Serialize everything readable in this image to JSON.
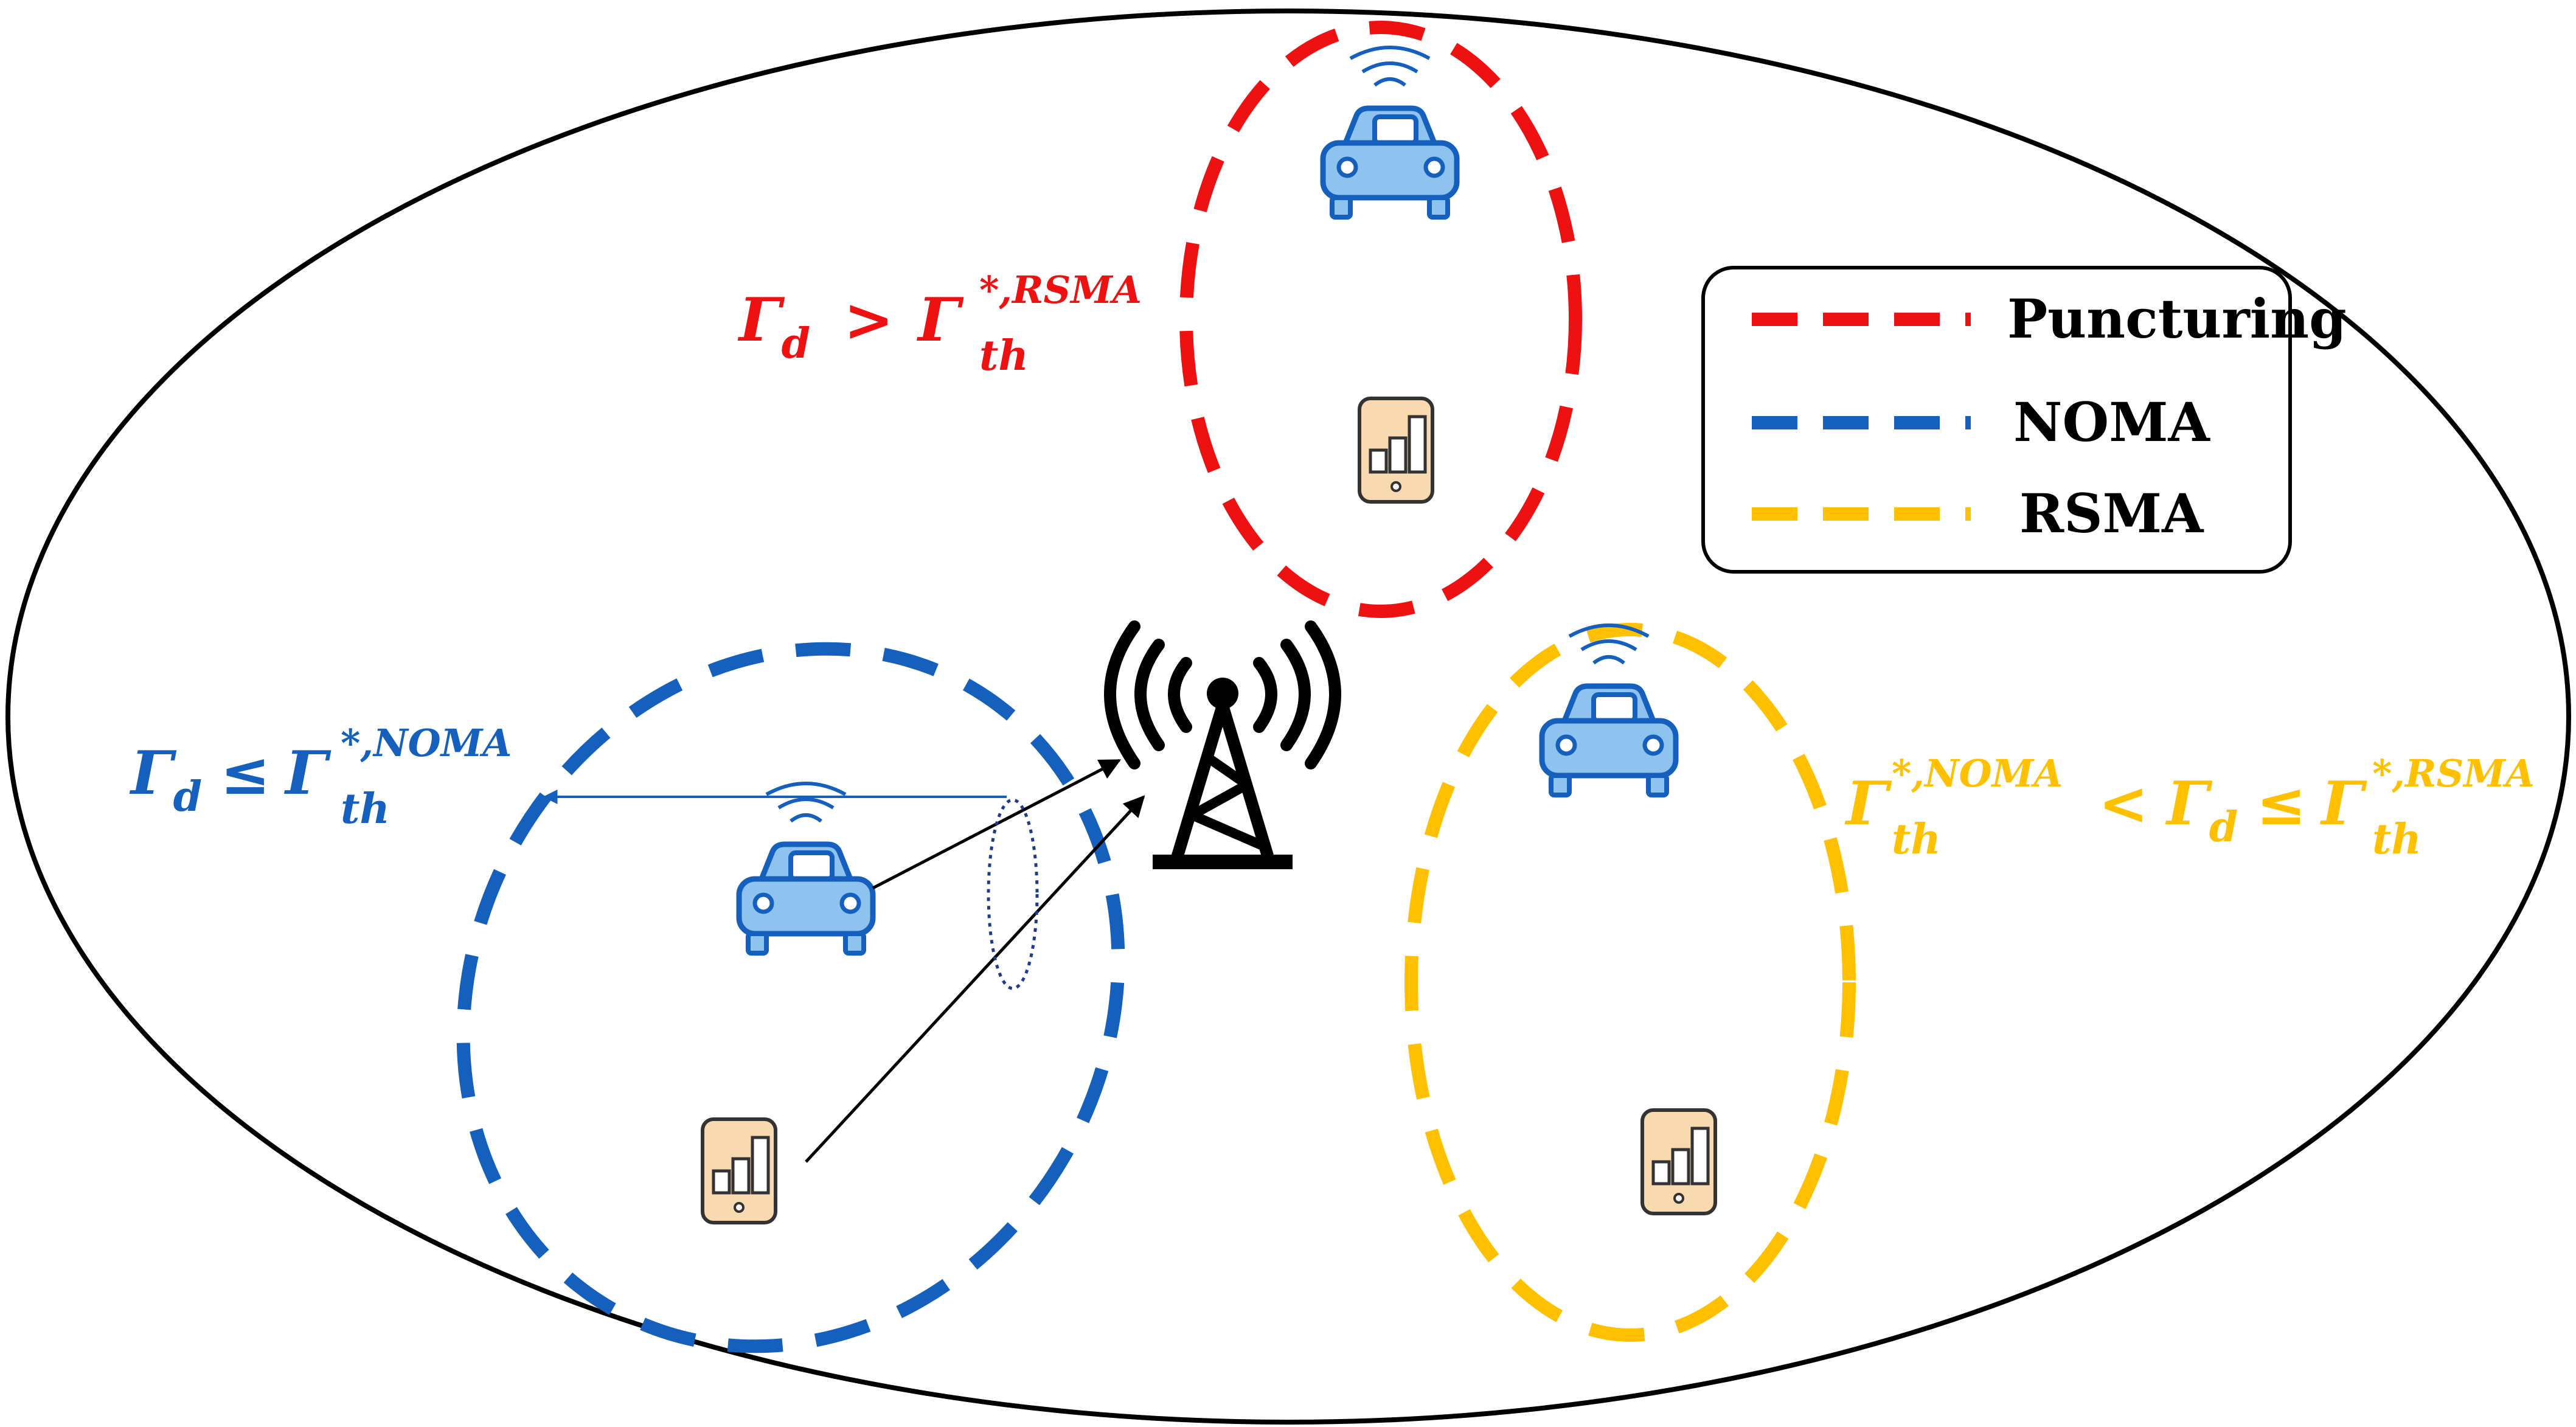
{
  "colors": {
    "puncturing": "#ee1111",
    "noma": "#1560bd",
    "rsma": "#ffc000",
    "outline": "#000000",
    "device_fill": "#f8d9b0",
    "car_fill": "#8ec3f0"
  },
  "legend": {
    "items": [
      {
        "label": "Puncturing",
        "color_key": "puncturing"
      },
      {
        "label": "NOMA",
        "color_key": "noma"
      },
      {
        "label": "RSMA",
        "color_key": "rsma"
      }
    ]
  },
  "conditions": {
    "puncturing": {
      "base": "Γ",
      "sub_d": "d",
      "op": ">",
      "sup": "*,RSMA",
      "sub_th": "th"
    },
    "noma": {
      "base": "Γ",
      "sub_d": "d",
      "op": "≤",
      "sup": "*,NOMA",
      "sub_th": "th"
    },
    "rsma": {
      "base": "Γ",
      "sup_left": "*,NOMA",
      "sub_th": "th",
      "op_left": "<",
      "sub_d": "d",
      "op_right": "≤",
      "sup_right": "*,RSMA"
    }
  },
  "icons": [
    "cell-tower-icon",
    "car-icon",
    "smartphone-icon",
    "wifi-signal-icon"
  ]
}
